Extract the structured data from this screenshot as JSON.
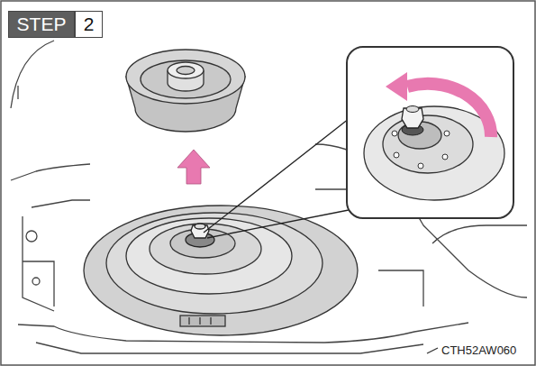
{
  "diagram": {
    "nodes": [
      {
        "text": [
          "STEP"
        ]
      },
      {
        "text": [
          "2"
        ]
      }
    ],
    "labels": [
      "CTH52AW060"
    ]
  }
}
